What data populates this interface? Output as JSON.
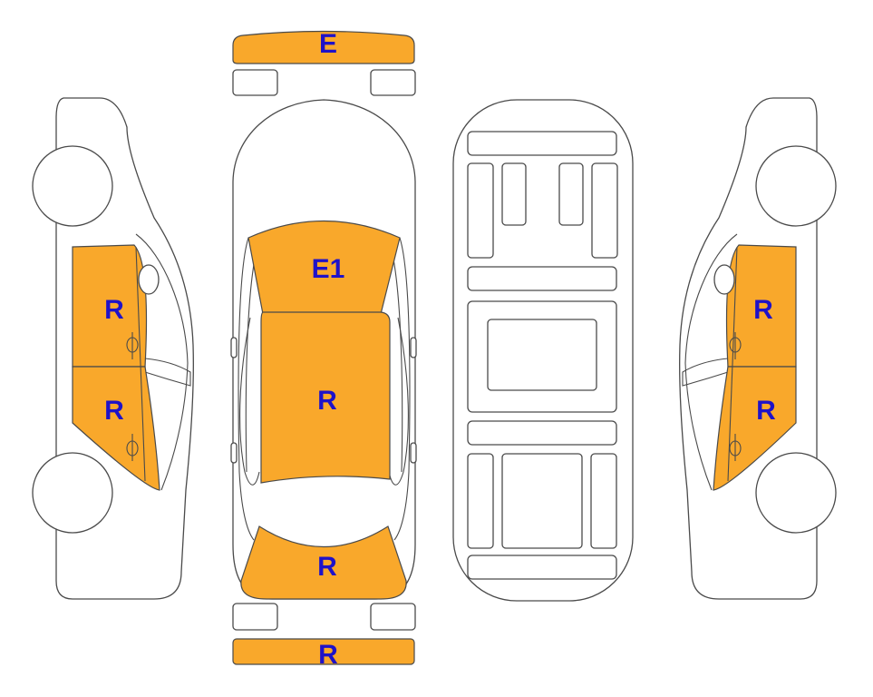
{
  "colors": {
    "damaged_fill": "#F9A82B",
    "label_text": "#1F12C8",
    "outline": "#4a4a4a",
    "background": "#ffffff"
  },
  "parts": {
    "front_bumper": {
      "label": "E",
      "icon": "front-bumper"
    },
    "hood": {
      "label": "E1",
      "icon": "hood-panel"
    },
    "roof": {
      "label": "R",
      "icon": "roof-panel"
    },
    "trunk_lid": {
      "label": "R",
      "icon": "trunk-lid"
    },
    "rear_bumper": {
      "label": "R",
      "icon": "rear-bumper"
    },
    "left_front_door": {
      "label": "R",
      "icon": "door-panel"
    },
    "left_rear_door": {
      "label": "R",
      "icon": "door-panel"
    },
    "right_front_door": {
      "label": "R",
      "icon": "door-panel"
    },
    "right_rear_door": {
      "label": "R",
      "icon": "door-panel"
    }
  }
}
